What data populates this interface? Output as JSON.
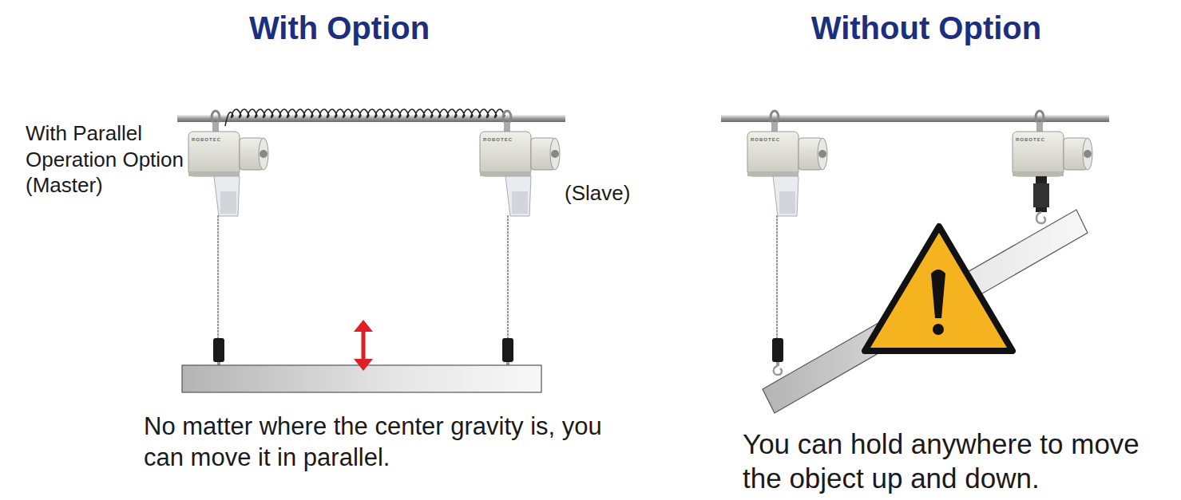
{
  "diagram": {
    "labels": [
      "With Option",
      "Without Option",
      "With Parallel Operation Option (Master)",
      "(Slave)",
      "No matter where the center gravity is, you can move it in parallel.",
      "You can hold anywhere to move the object up and down.",
      "ROBOTEC",
      "ROBOTEC",
      "ROBOTEC",
      "ROBOTEC"
    ]
  }
}
